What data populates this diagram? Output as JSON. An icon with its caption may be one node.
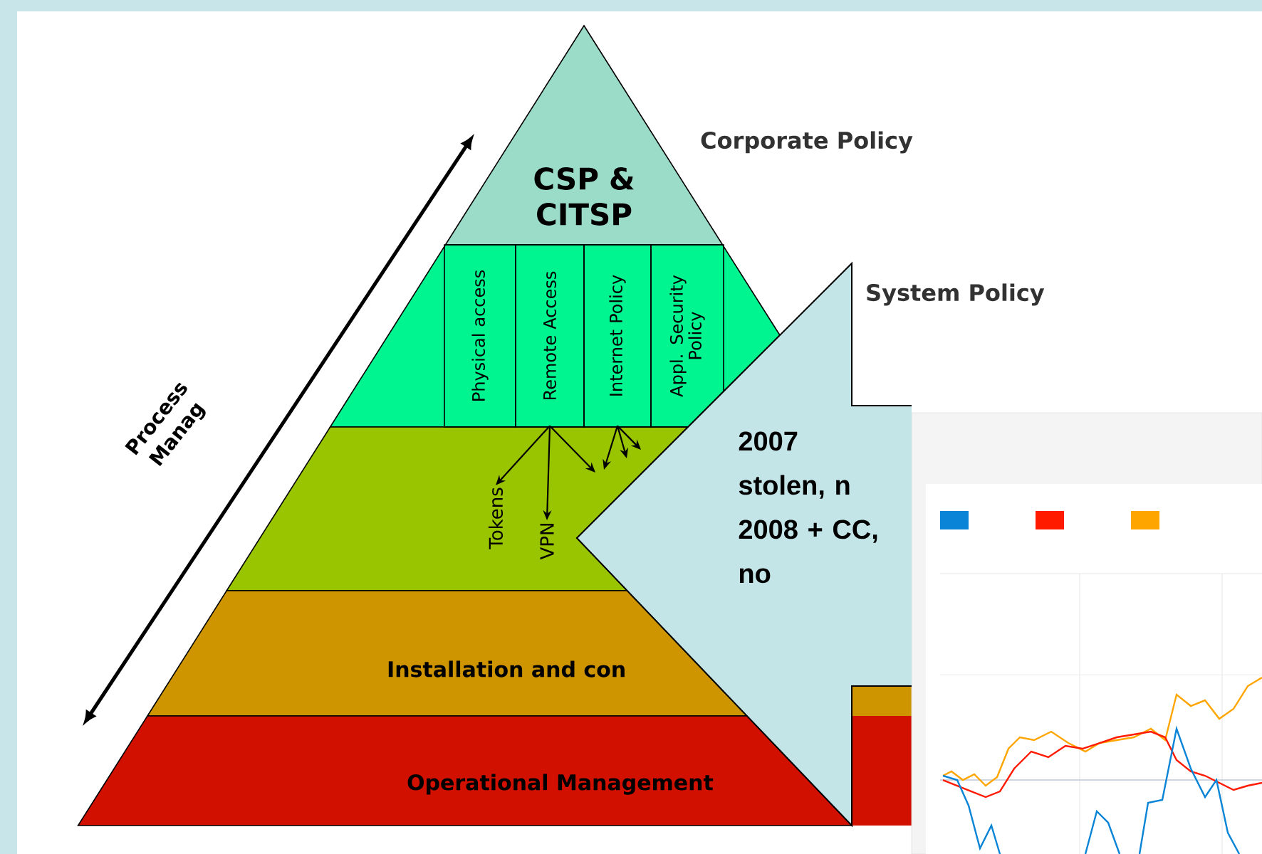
{
  "diagram": {
    "nodes": [
      {
        "text": [
          "CSP & CITSP"
        ],
        "beside": [
          "Corporate Policy"
        ]
      },
      {
        "text": [],
        "shape": "band"
      },
      {
        "text": [
          "Physical access"
        ],
        "in": 1
      },
      {
        "text": [
          "Remote Access"
        ],
        "in": 1
      },
      {
        "text": [
          "Internet Policy"
        ],
        "in": 1
      },
      {
        "text": [
          "Appl. Security Policy"
        ],
        "in": 1
      },
      {
        "text": [],
        "shape": "band"
      },
      {
        "text": [
          "Tokens"
        ],
        "in": 6
      },
      {
        "text": [
          "VPN"
        ],
        "in": 6
      },
      {
        "text": [
          "Installation and con"
        ]
      },
      {
        "text": [
          "Operational Management"
        ]
      },
      {
        "text": [
          "2007 stolen, n 2008 + CC, no"
        ]
      }
    ],
    "edges": [
      {
        "from": 3,
        "to": 7,
        "arrow": "to"
      },
      {
        "from": 3,
        "to": 8,
        "arrow": "to"
      },
      {
        "from": 3,
        "to": null,
        "arrow": "to"
      },
      {
        "from": 4,
        "to": null,
        "arrow": "to"
      },
      {
        "from": 4,
        "to": null,
        "arrow": "to"
      },
      {
        "from": 4,
        "to": null,
        "arrow": "to"
      }
    ],
    "labels": [
      "System Policy",
      "Process Manag"
    ]
  }
}
